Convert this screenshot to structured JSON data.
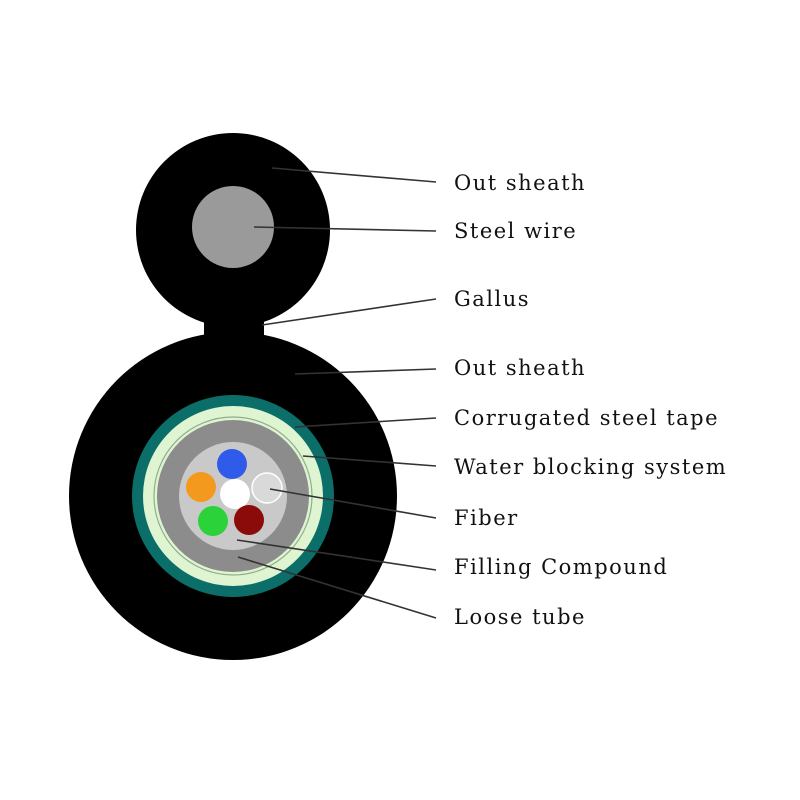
{
  "diagram": {
    "labels": {
      "out_sheath_top": "Out sheath",
      "steel_wire": "Steel wire",
      "gallus": "Gallus",
      "out_sheath_bottom": "Out sheath",
      "corrugated_steel_tape": "Corrugated steel tape",
      "water_blocking_system": "Water blocking system",
      "fiber": "Fiber",
      "filling_compound": "Filling Compound",
      "loose_tube": "Loose tube"
    },
    "colors": {
      "sheath": "#000000",
      "steel_wire": "#9a9a9a",
      "corrugated_steel_tape": "#0b6e68",
      "water_blocking": "#dff5d2",
      "loose_tube": "#8c8c8c",
      "filling_compound": "#c9c9c9",
      "fiber_blue": "#2f5bea",
      "fiber_orange": "#f39a1e",
      "fiber_white": "#ffffff",
      "fiber_natural": "#d9d9d9",
      "fiber_green": "#2bd23a",
      "fiber_brown": "#8b0b0b"
    }
  }
}
